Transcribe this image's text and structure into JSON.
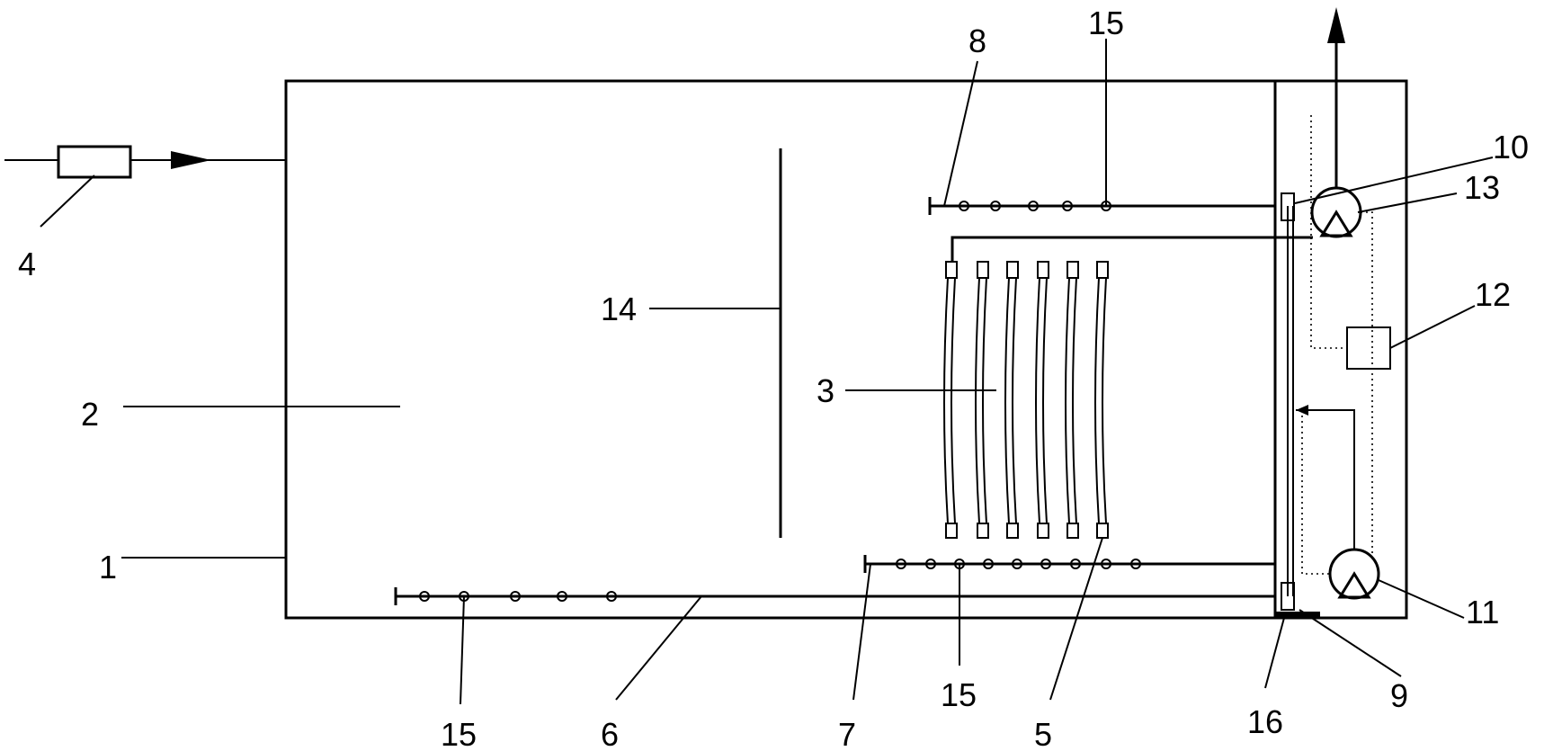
{
  "labels": {
    "tank": "1",
    "tank_interior": "2",
    "membrane_module": "3",
    "inlet_device": "4",
    "membrane_frame": "5",
    "aeration_pipe_bottom": "6",
    "aeration_pipe_membrane": "7",
    "aeration_pipe_top": "8",
    "valve_bottom": "9",
    "valve_top": "10",
    "pump_lower": "11",
    "controller": "12",
    "pump_upper": "13",
    "baffle": "14",
    "aerator_top": "15",
    "aerator_bottom_left": "15",
    "aerator_bottom_right": "15",
    "base_plate": "16"
  }
}
